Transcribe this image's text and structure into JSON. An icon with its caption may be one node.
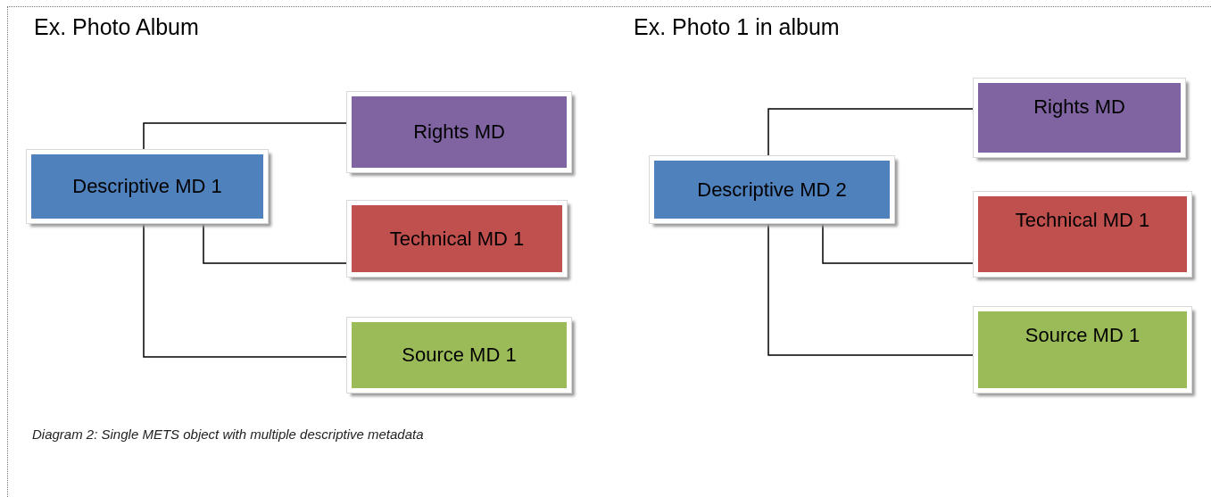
{
  "diagram": {
    "caption": "Diagram 2: Single METS object with multiple descriptive metadata",
    "nodes": [
      {
        "text": [
          "Descriptive MD 1"
        ]
      },
      {
        "text": [
          "Rights MD"
        ]
      },
      {
        "text": [
          "Technical MD 1"
        ]
      },
      {
        "text": [
          "Source MD 1"
        ]
      },
      {
        "text": [
          "Descriptive MD 2"
        ]
      },
      {
        "text": [
          "Rights MD"
        ]
      },
      {
        "text": [
          "Technical MD 1"
        ]
      },
      {
        "text": [
          "Source MD 1"
        ]
      }
    ],
    "edges": [
      {
        "from": 0,
        "to": 1,
        "arrow": "none"
      },
      {
        "from": 0,
        "to": 2,
        "arrow": "none"
      },
      {
        "from": 0,
        "to": 3,
        "arrow": "none"
      },
      {
        "from": 4,
        "to": 5,
        "arrow": "none"
      },
      {
        "from": 4,
        "to": 6,
        "arrow": "none"
      },
      {
        "from": 4,
        "to": 7,
        "arrow": "none"
      }
    ],
    "labels": [
      "Ex. Photo Album",
      "Ex. Photo 1 in album"
    ]
  }
}
